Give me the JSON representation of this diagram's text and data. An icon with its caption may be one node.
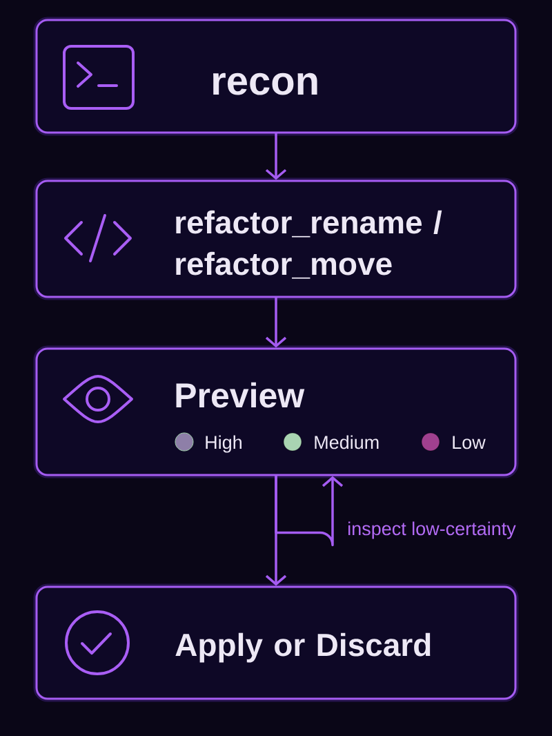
{
  "diagram": {
    "nodes": [
      {
        "text": [
          "recon"
        ]
      },
      {
        "text": [
          "refactor_rename / refactor_move"
        ]
      },
      {
        "text": [
          "Preview"
        ]
      },
      {
        "text": [
          "Apply or Discard"
        ]
      }
    ],
    "edges": [
      {
        "from": 0,
        "to": 1,
        "arrow": "to"
      },
      {
        "from": 1,
        "to": 2,
        "arrow": "to"
      },
      {
        "from": 2,
        "to": 3,
        "arrow": "to"
      },
      {
        "from": 2,
        "to": 2,
        "arrow": "to",
        "label": "inspect low-certainty"
      }
    ],
    "legend": [
      {
        "text": "High",
        "color": "#8e7fa8"
      },
      {
        "text": "Medium",
        "color": "#a9d4b2"
      },
      {
        "text": "Low",
        "color": "#a0408f"
      }
    ]
  }
}
